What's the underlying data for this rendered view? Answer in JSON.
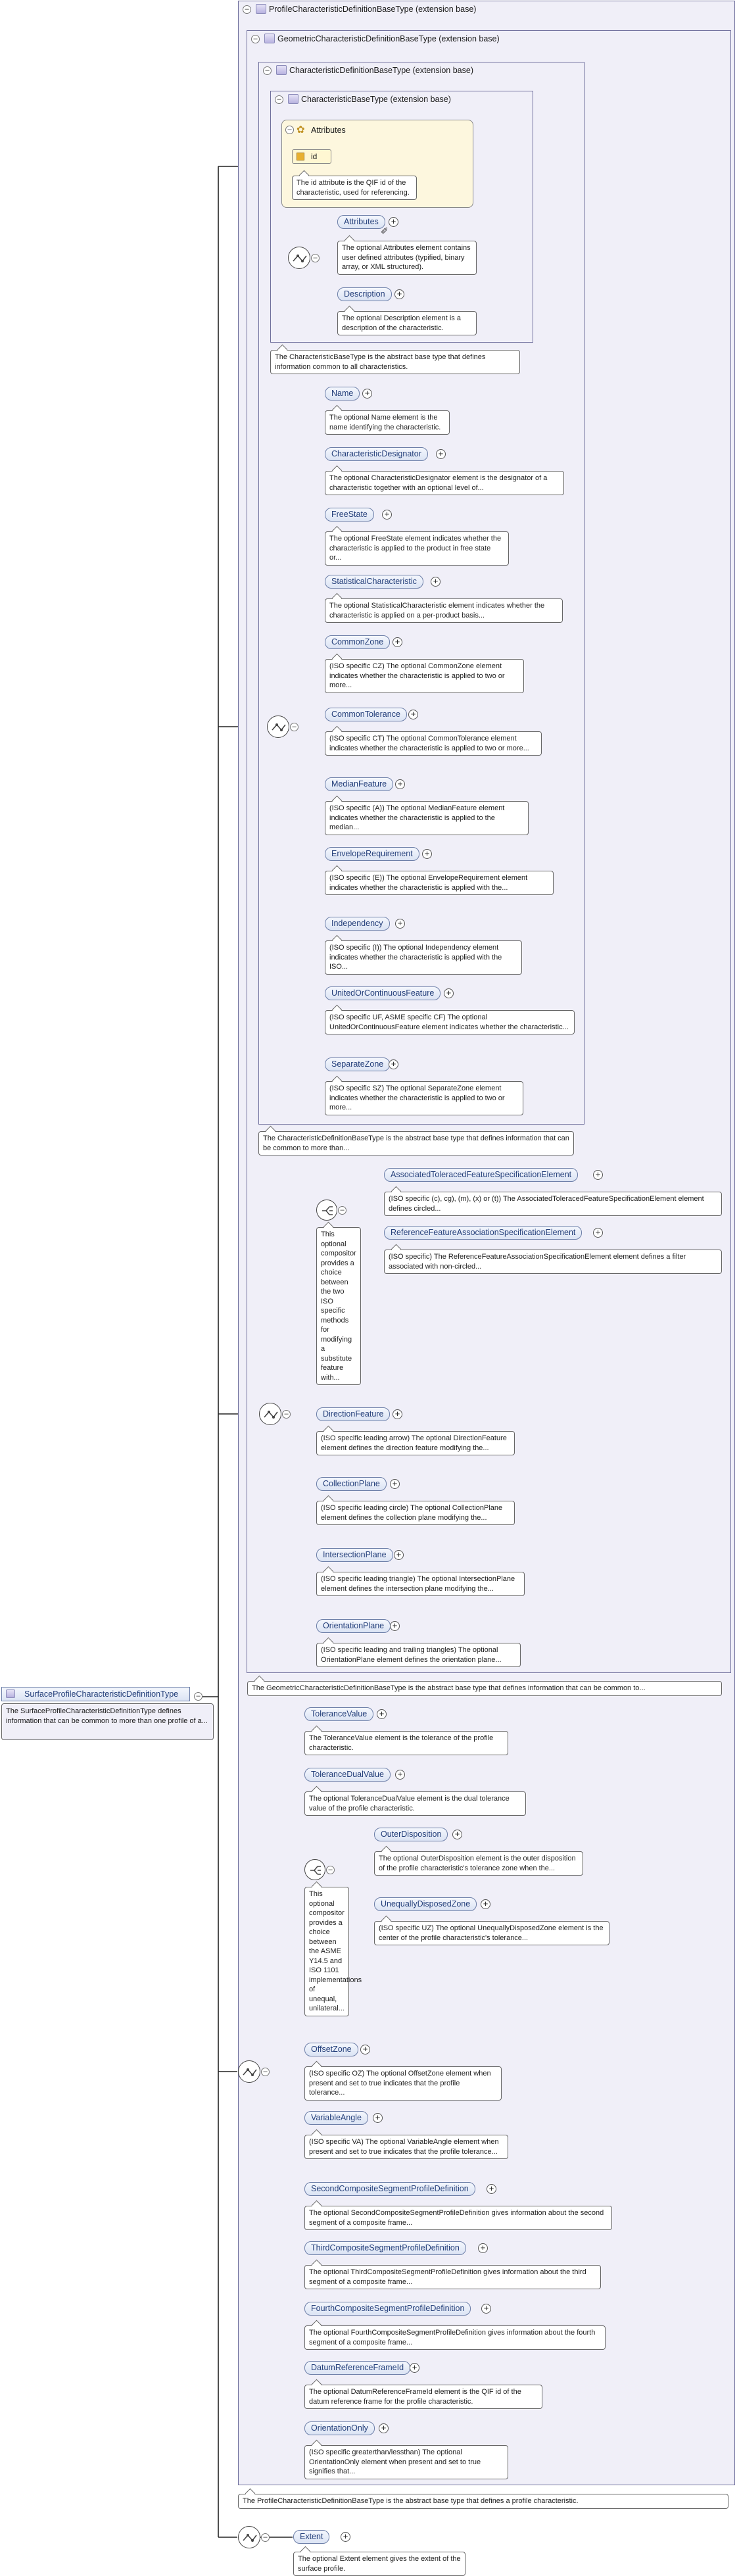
{
  "root": {
    "label": "SurfaceProfileCharacteristicDefinitionType",
    "desc": "The SurfaceProfileCharacteristicDefinitionType defines information that can be common to more than one profile of a..."
  },
  "profile_ext": {
    "title": "ProfileCharacteristicDefinitionBaseType (extension base)",
    "footer": "The ProfileCharacteristicDefinitionBaseType is the abstract base type that defines a profile characteristic."
  },
  "geometric_ext": {
    "title": "GeometricCharacteristicDefinitionBaseType (extension base)",
    "footer": "The GeometricCharacteristicDefinitionBaseType is the abstract base type that defines information that can be common to..."
  },
  "characteristic_def_ext": {
    "title": "CharacteristicDefinitionBaseType (extension base)",
    "footer": "The CharacteristicDefinitionBaseType is the abstract base type that defines information that can be common to more than..."
  },
  "characteristic_base_ext": {
    "title": "CharacteristicBaseType (extension base)",
    "footer": "The CharacteristicBaseType is the abstract base type that defines information common to all characteristics."
  },
  "attributes_box": {
    "title": "Attributes",
    "attr_name": "id",
    "attr_desc": "The id attribute is the QIF id of the characteristic, used for referencing."
  },
  "base_elements": [
    {
      "name": "Attributes",
      "desc": "The optional Attributes element contains user defined attributes (typified, binary array, or XML structured)."
    },
    {
      "name": "Description",
      "desc": "The optional Description element is a description of the characteristic."
    }
  ],
  "def_elements": [
    {
      "name": "Name",
      "desc": "The optional Name element is the name identifying the characteristic."
    },
    {
      "name": "CharacteristicDesignator",
      "desc": "The optional CharacteristicDesignator element is the designator of a characteristic together with an optional level of..."
    },
    {
      "name": "FreeState",
      "desc": "The optional FreeState element indicates whether the characteristic is applied to the product in free state or..."
    },
    {
      "name": "StatisticalCharacteristic",
      "desc": "The optional StatisticalCharacteristic element indicates whether the characteristic is applied on a per-product basis..."
    },
    {
      "name": "CommonZone",
      "desc": "(ISO specific CZ) The optional CommonZone element indicates whether the characteristic is applied to two or more..."
    },
    {
      "name": "CommonTolerance",
      "desc": "(ISO specific CT) The optional CommonTolerance element indicates whether the characteristic is applied to two or more..."
    },
    {
      "name": "MedianFeature",
      "desc": "(ISO specific (A)) The optional MedianFeature element indicates whether the characteristic is applied to the median..."
    },
    {
      "name": "EnvelopeRequirement",
      "desc": "(ISO specific (E)) The optional EnvelopeRequirement element indicates whether the characteristic is applied with the..."
    },
    {
      "name": "Independency",
      "desc": "(ISO specific (I)) The optional Independency element indicates whether the characteristic is applied with the ISO..."
    },
    {
      "name": "UnitedOrContinuousFeature",
      "desc": "(ISO specific UF, ASME specific CF) The optional UnitedOrContinuousFeature element indicates whether the characteristic..."
    },
    {
      "name": "SeparateZone",
      "desc": "(ISO specific SZ) The optional SeparateZone element indicates whether the characteristic is applied to two or more..."
    }
  ],
  "geo_choice": {
    "desc": "This optional compositor provides a choice between the two ISO specific methods for modifying a substitute feature with...",
    "elements": [
      {
        "name": "AssociatedToleracedFeatureSpecificationElement",
        "desc": "(ISO specific (c), cg), (m), (x) or (t)) The AssociatedToleracedFeatureSpecificationElement element defines circled..."
      },
      {
        "name": "ReferenceFeatureAssociationSpecificationElement",
        "desc": "(ISO specific) The ReferenceFeatureAssociationSpecificationElement element defines a filter associated with non-circled..."
      }
    ]
  },
  "geo_elements": [
    {
      "name": "DirectionFeature",
      "desc": "(ISO specific leading arrow) The optional DirectionFeature element defines the direction feature modifying the..."
    },
    {
      "name": "CollectionPlane",
      "desc": "(ISO specific leading circle) The optional CollectionPlane element defines the collection plane modifying the..."
    },
    {
      "name": "IntersectionPlane",
      "desc": "(ISO specific leading triangle) The optional IntersectionPlane element defines the intersection plane modifying the..."
    },
    {
      "name": "OrientationPlane",
      "desc": "(ISO specific leading and trailing triangles) The optional OrientationPlane element defines the orientation plane..."
    }
  ],
  "profile_elements_top": [
    {
      "name": "ToleranceValue",
      "desc": "The ToleranceValue element is the tolerance of the profile characteristic."
    },
    {
      "name": "ToleranceDualValue",
      "desc": "The optional ToleranceDualValue element is the dual tolerance value of the profile characteristic."
    }
  ],
  "profile_choice": {
    "desc": "This optional compositor provides a choice between the ASME Y14.5 and ISO 1101 implementations of unequal, unilateral...",
    "elements": [
      {
        "name": "OuterDisposition",
        "desc": "The optional OuterDisposition element is the outer disposition of the profile characteristic's tolerance zone when the..."
      },
      {
        "name": "UnequallyDisposedZone",
        "desc": "(ISO specific UZ) The optional UnequallyDisposedZone element is the center of the profile characteristic's tolerance..."
      }
    ]
  },
  "profile_elements_bottom": [
    {
      "name": "OffsetZone",
      "desc": "(ISO specific OZ) The optional OffsetZone element when present and set to true indicates that the profile tolerance..."
    },
    {
      "name": "VariableAngle",
      "desc": "(ISO specific VA) The optional VariableAngle element when present and set to true indicates that the profile tolerance..."
    },
    {
      "name": "SecondCompositeSegmentProfileDefinition",
      "desc": "The optional SecondCompositeSegmentProfileDefinition gives information about the second segment of a composite frame..."
    },
    {
      "name": "ThirdCompositeSegmentProfileDefinition",
      "desc": "The optional ThirdCompositeSegmentProfileDefinition gives information about the third segment of a composite frame..."
    },
    {
      "name": "FourthCompositeSegmentProfileDefinition",
      "desc": "The optional FourthCompositeSegmentProfileDefinition gives information about the fourth segment of a composite frame..."
    },
    {
      "name": "DatumReferenceFrameId",
      "desc": "The optional DatumReferenceFrameId element is the QIF id of the datum reference frame for the profile characteristic."
    },
    {
      "name": "OrientationOnly",
      "desc": "(ISO specific greaterthan/lessthan) The optional OrientationOnly element when present and set to true signifies that..."
    }
  ],
  "surface_elements": [
    {
      "name": "Extent",
      "desc": "The optional Extent element gives the extent of the surface profile."
    }
  ]
}
